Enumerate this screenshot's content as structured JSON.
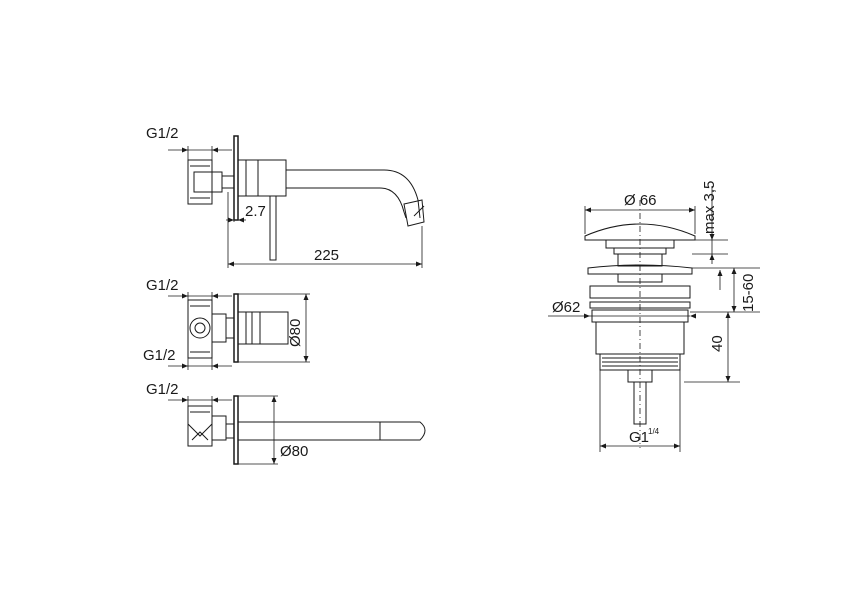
{
  "faucet_side_view": {
    "thread_label": "G1/2",
    "offset_label": "2.7",
    "length_label": "225"
  },
  "faucet_top_view": {
    "thread_label_top": "G1/2",
    "thread_label_bottom": "G1/2",
    "plate_label": "Ø80"
  },
  "faucet_bottom_view": {
    "thread_label": "G1/2",
    "plate_label": "Ø80"
  },
  "drain_valve": {
    "cap_diameter_label": "Ø 66",
    "cap_height_label": "max 3,5",
    "flange_diameter_label": "Ø62",
    "range_label": "15-60",
    "body_height_label": "40",
    "thread_label": "G1",
    "thread_superscript": "1/4"
  }
}
